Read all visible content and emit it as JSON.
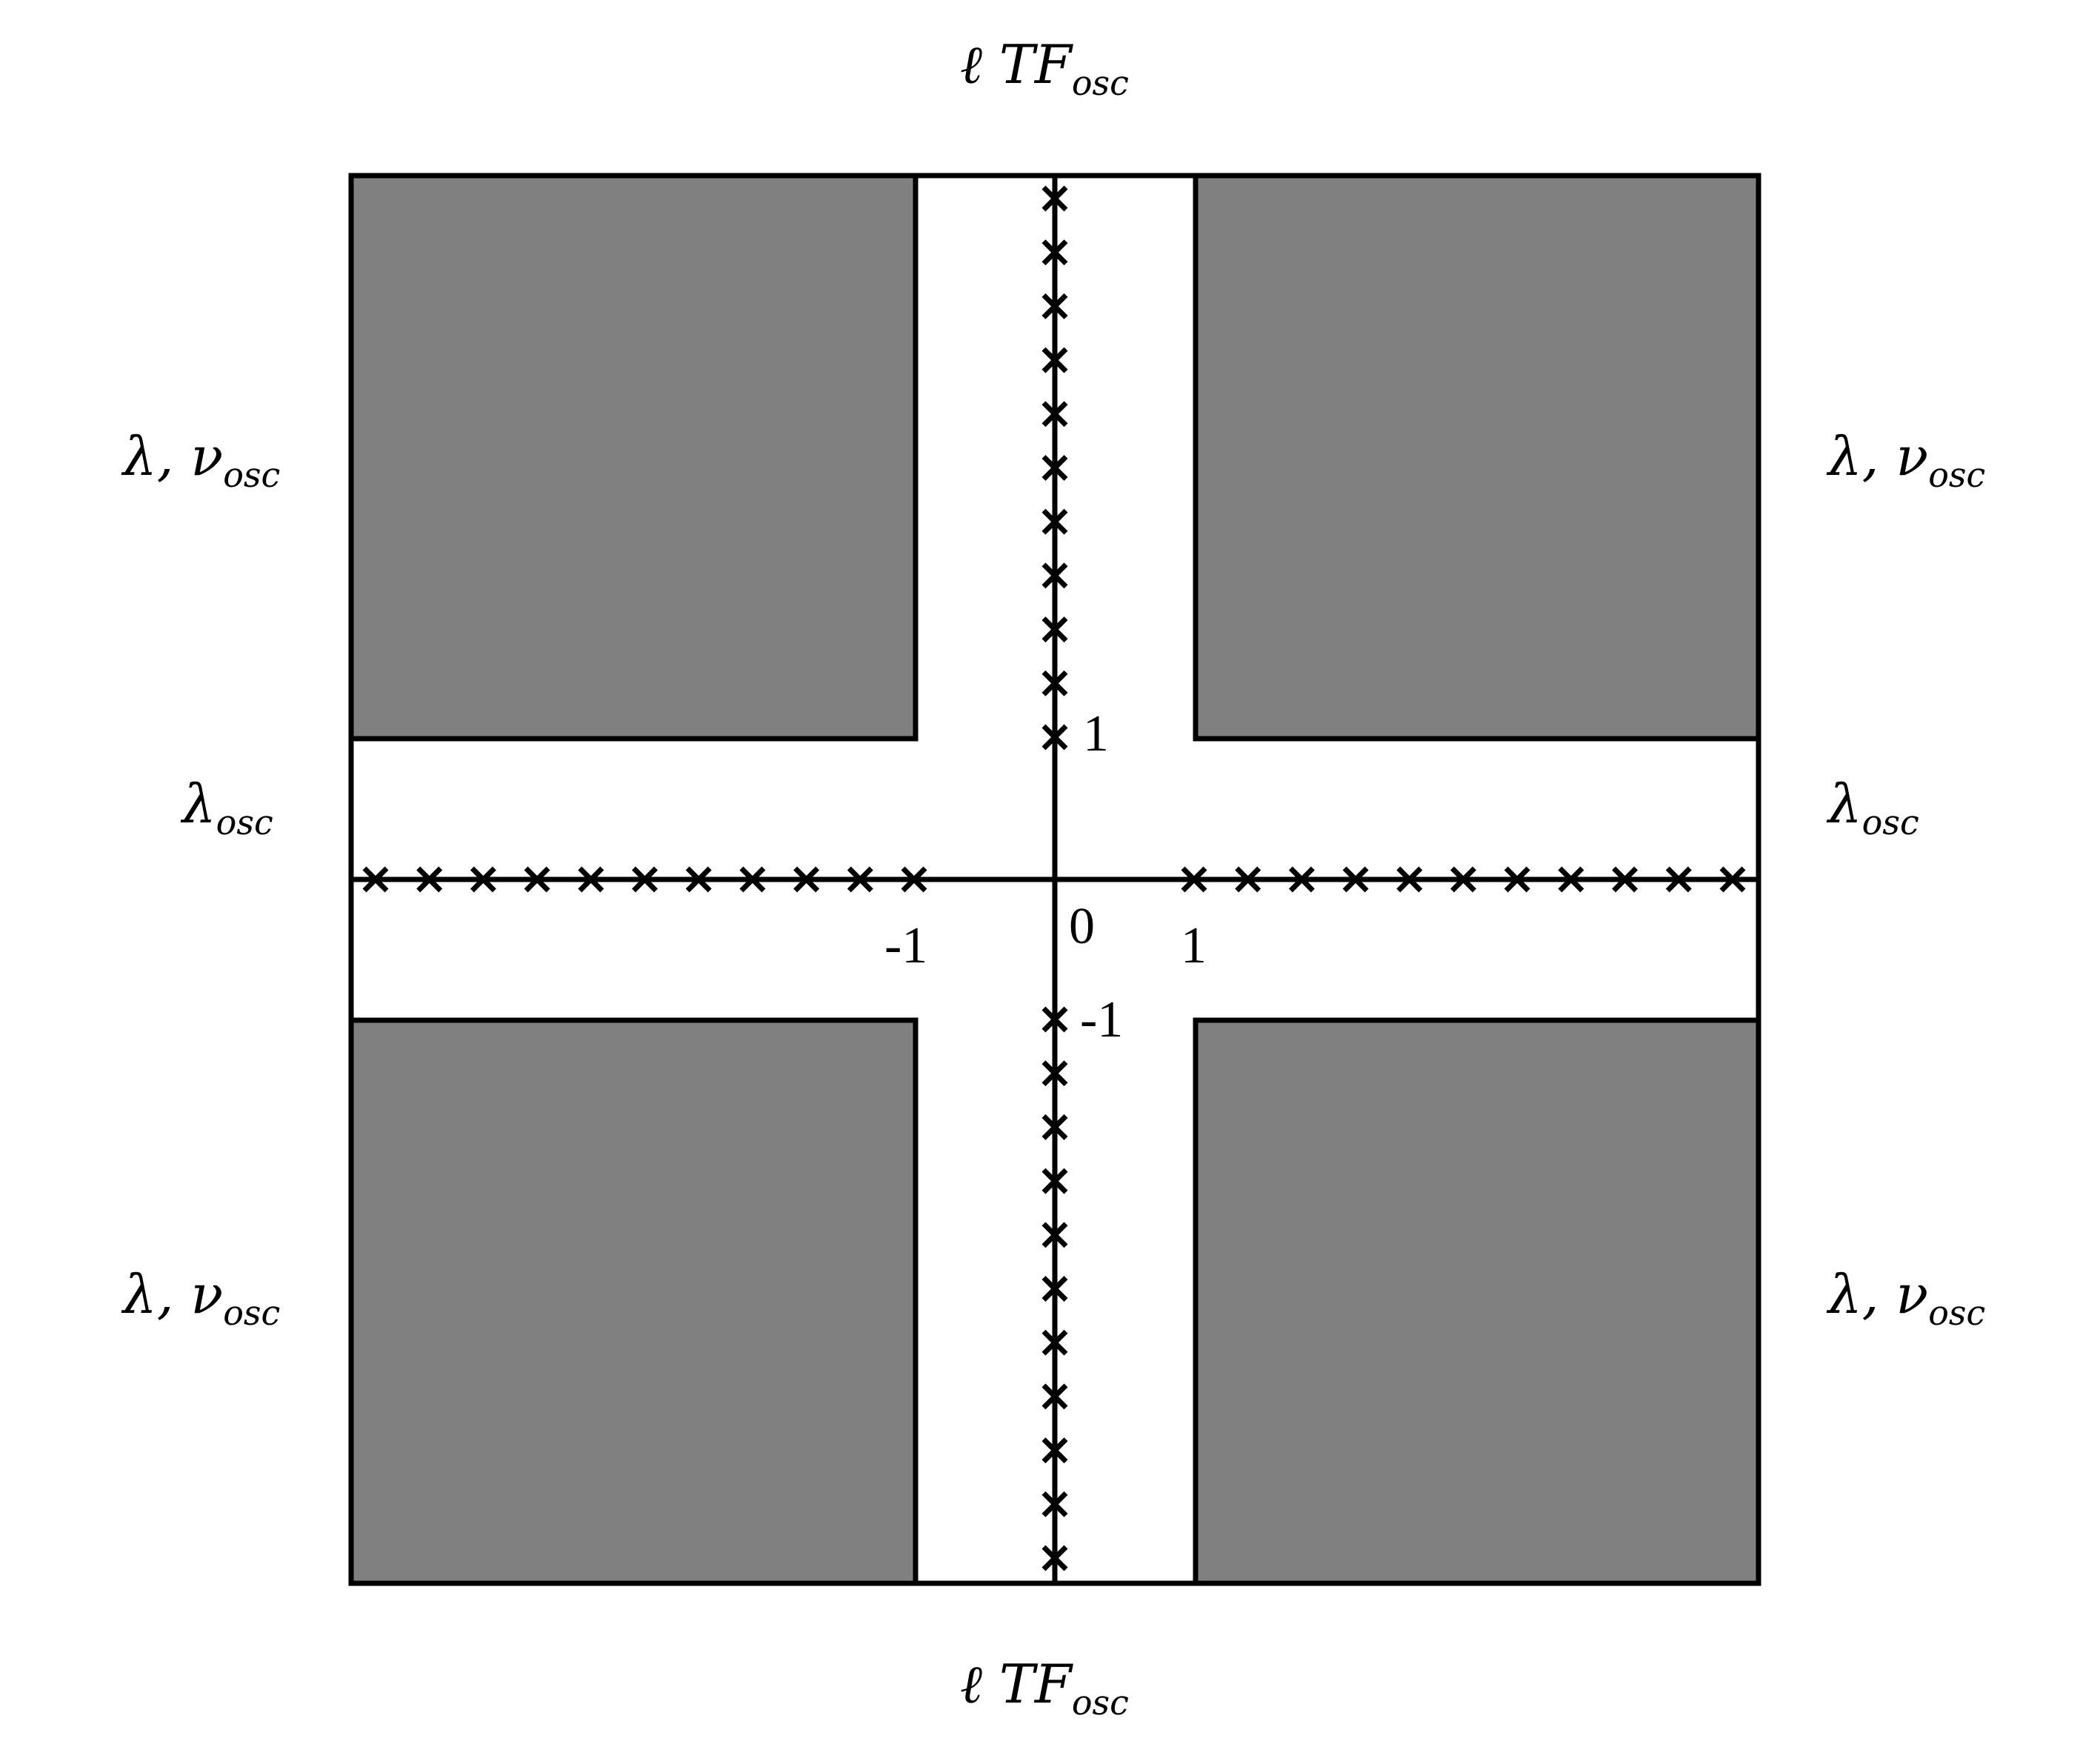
{
  "colors": {
    "shade": "#808080",
    "line": "#000000",
    "background": "#ffffff"
  },
  "labels": {
    "top": {
      "main": "ℓ TF",
      "sub": "osc"
    },
    "bottom": {
      "main": "ℓ TF",
      "sub": "osc"
    },
    "left_upper": {
      "main": "λ, ν",
      "sub": "osc"
    },
    "left_middle": {
      "main": "λ",
      "sub": "osc"
    },
    "left_lower": {
      "main": "λ, ν",
      "sub": "osc"
    },
    "right_upper": {
      "main": "λ, ν",
      "sub": "osc"
    },
    "right_middle": {
      "main": "λ",
      "sub": "osc"
    },
    "right_lower": {
      "main": "λ, ν",
      "sub": "osc"
    }
  },
  "ticks": {
    "origin": "0",
    "x_neg": "-1",
    "x_pos": "1",
    "y_pos": "1",
    "y_neg": "-1"
  },
  "markers": {
    "horizontal_left_count": 11,
    "horizontal_right_count": 11,
    "vertical_top_count": 11,
    "vertical_bottom_count": 11,
    "symbol": "cross-marker"
  }
}
